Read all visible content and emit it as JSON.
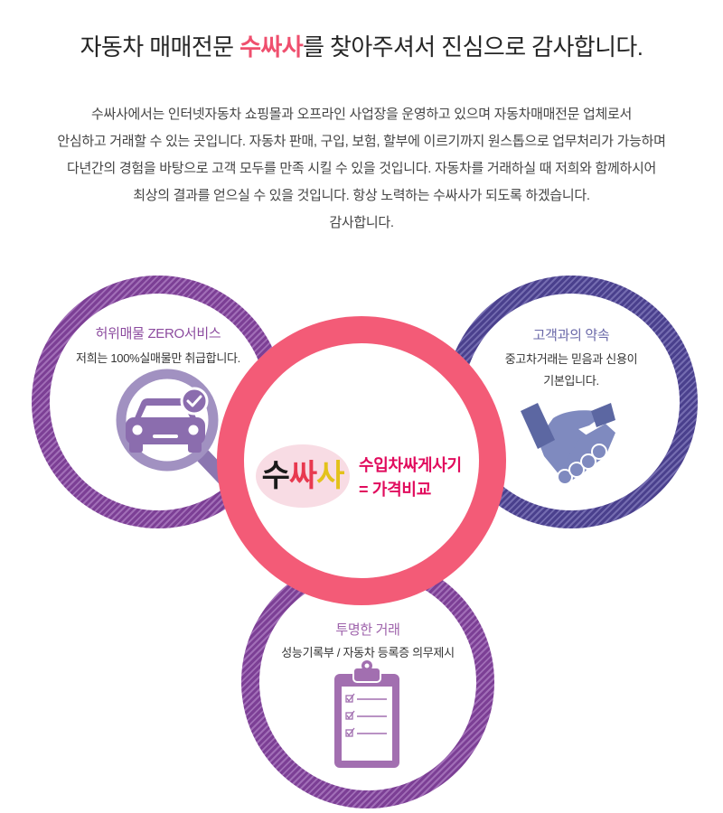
{
  "header": {
    "title_before": "자동차 매매전문 ",
    "title_brand": "수싸사",
    "title_after": "를 찾아주셔서 진심으로 감사합니다."
  },
  "intro": {
    "lines": [
      "수싸사에서는 인터넷자동차 쇼핑몰과 오프라인 사업장을 운영하고 있으며 자동차매매전문 업체로서",
      "안심하고 거래할 수 있는 곳입니다. 자동차 판매, 구입, 보험, 할부에 이르기까지 원스톱으로 업무처리가 가능하며",
      "다년간의 경험을 바탕으로 고객 모두를 만족 시킬 수 있을 것입니다. 자동차를 거래하실 때 저희와 함께하시어",
      "최상의 결과를 얻으실 수 있을 것입니다. 항상 노력하는 수싸사가 되도록 하겠습니다.",
      "감사합니다."
    ]
  },
  "features": {
    "zero_fake": {
      "title": "허위매물 ZERO서비스",
      "desc_lines": [
        "저희는 100%실매물만 취급합니다."
      ],
      "icon": "magnifier-car-icon"
    },
    "promise": {
      "title": "고객과의 약속",
      "desc_lines": [
        "중고차거래는 믿음과 신용이",
        "기본입니다."
      ],
      "icon": "handshake-icon"
    },
    "transparent": {
      "title": "투명한 거래",
      "desc_lines": [
        "성능기록부 / 자동차 등록증 의무제시"
      ],
      "icon": "clipboard-icon"
    }
  },
  "center": {
    "logo_chars": [
      "수",
      "싸",
      "사"
    ],
    "tagline_lines": [
      "수입차싸게사기",
      "= 가격비교"
    ]
  },
  "colors": {
    "brand_pink": "#ef4f6e",
    "center_ring": "#f35b77",
    "tagline": "#e10b5d",
    "ring_purple": "#7c3f95",
    "ring_purple_stripe": "#a16eb7",
    "ring_indigo": "#4a408d",
    "ring_indigo_stripe": "#746cb0",
    "title_zero_fake": "#8c4b9f",
    "title_promise": "#6a68a8",
    "title_transparent": "#9e62ab",
    "logo_bg": "#f8dce4",
    "logo_char_1": "#1a1a1a",
    "logo_char_2": "#e8394f",
    "logo_char_3": "#e3c21b"
  }
}
